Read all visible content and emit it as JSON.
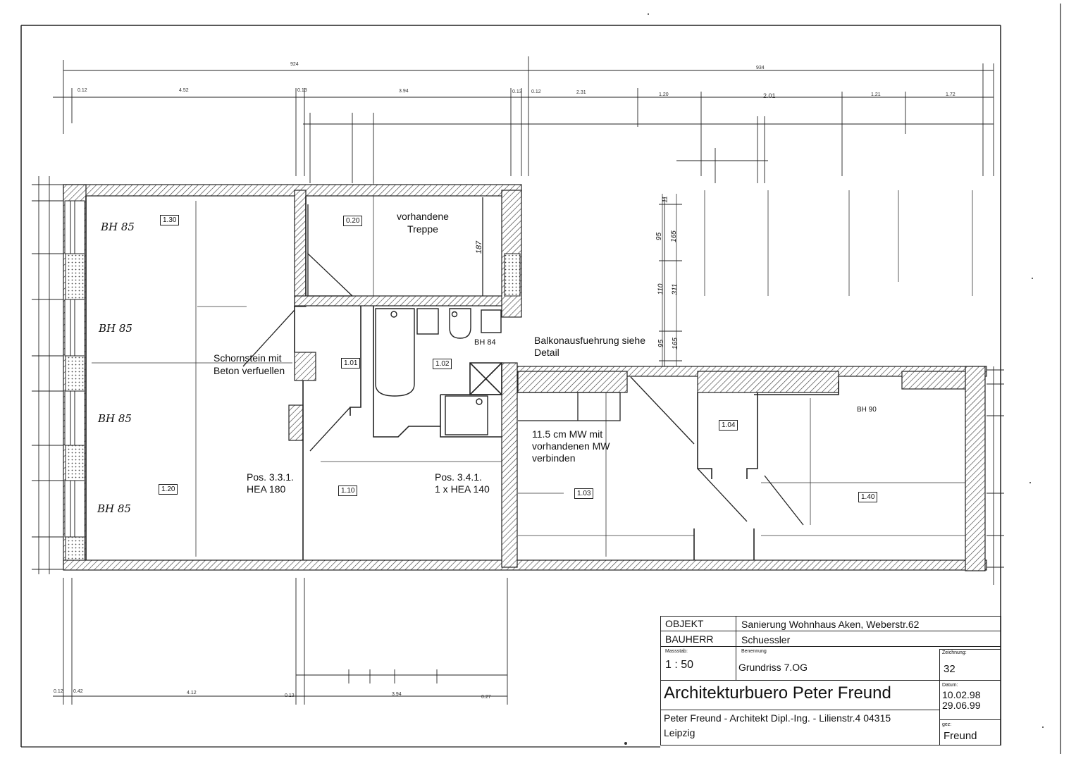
{
  "drawing": {
    "rooms": [
      {
        "number": "1.30"
      },
      {
        "number": "0.20"
      },
      {
        "number": "1.01"
      },
      {
        "number": "1.02"
      },
      {
        "number": "1.20"
      },
      {
        "number": "1.10"
      },
      {
        "number": "1.03"
      },
      {
        "number": "1.04"
      },
      {
        "number": "1.40"
      }
    ],
    "window_heights": [
      "BH 85",
      "BH 85",
      "BH 85",
      "BH 85",
      "BH 84",
      "BH 90"
    ],
    "notes": {
      "stairs": "vorhandene\nTreppe",
      "balcony": "Balkonausfuehrung siehe\nDetail",
      "chimney": "Schornstein mit\nBeton verfuellen",
      "wall_join": "11.5 cm MW mit\nvorhandenen MW\nverbinden",
      "beam_1": "Pos. 3.3.1.\nHEA 180",
      "beam_2": "Pos. 3.4.1.\n1 x HEA 140"
    },
    "dimensions": {
      "overall_left": "924",
      "overall_right": "934",
      "top_chain": [
        "0.12",
        "4.52",
        "0.13",
        "3.94",
        "0.13",
        "0.12",
        "2.31",
        "1.20",
        "2.01",
        "1.21",
        "1.72"
      ],
      "bottom_chain": [
        "0.12",
        "0.42",
        "4.12",
        "0.13",
        "3.94",
        "0.27"
      ],
      "handwritten": [
        "95",
        "165",
        "110",
        "311",
        "95",
        "165",
        "11",
        "187"
      ]
    }
  },
  "title_block": {
    "objekt_label": "OBJEKT",
    "objekt_value": "Sanierung Wohnhaus Aken, Weberstr.62",
    "bauherr_label": "BAUHERR",
    "bauherr_value": "Schuessler",
    "scale_label": "Massstab:",
    "scale_value": "1 : 50",
    "name_label": "Benennung",
    "name_value": "Grundriss 7.OG",
    "drawing_no_label": "Zeichnung:",
    "drawing_no_value": "32",
    "office": "Architekturbuero Peter Freund",
    "address_line1": "Peter Freund - Architekt Dipl.-Ing. - Lilienstr.4 04315",
    "address_line2": "Leipzig",
    "date_label": "Datum:",
    "date_1": "10.02.98",
    "date_2": "29.06.99",
    "drawn_label": "gez:",
    "drawn_by": "Freund"
  }
}
